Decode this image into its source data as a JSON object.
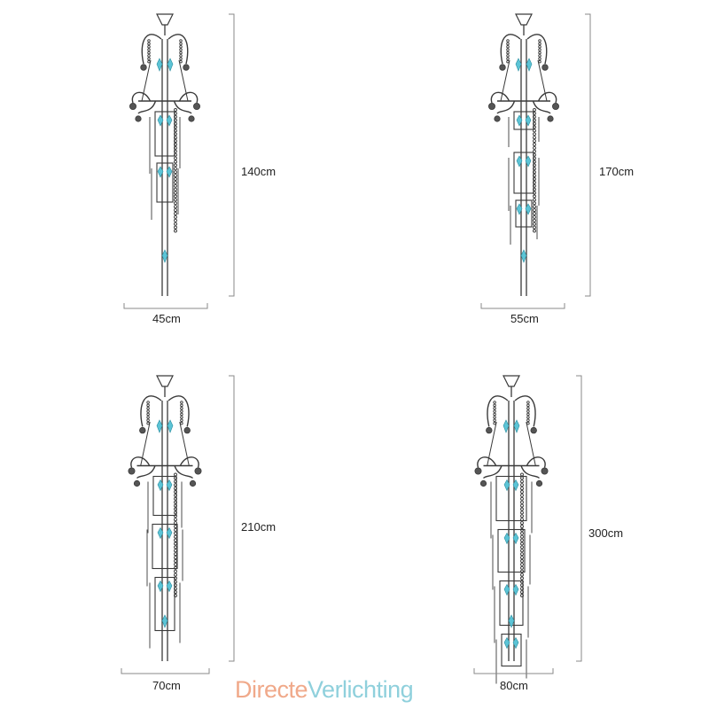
{
  "colors": {
    "line": "#3a3a3a",
    "crystal": "#5cc4d6",
    "bracket": "#8a8a8a",
    "logo_a": "#f0a98a",
    "logo_b": "#8fd0dc"
  },
  "chandeliers": [
    {
      "id": "c1",
      "height_label": "140cm",
      "width_label": "45cm"
    },
    {
      "id": "c2",
      "height_label": "170cm",
      "width_label": "55cm"
    },
    {
      "id": "c3",
      "height_label": "210cm",
      "width_label": "70cm"
    },
    {
      "id": "c4",
      "height_label": "300cm",
      "width_label": "80cm"
    }
  ],
  "brand": {
    "part1": "Directe",
    "part2": "Verlichting"
  }
}
